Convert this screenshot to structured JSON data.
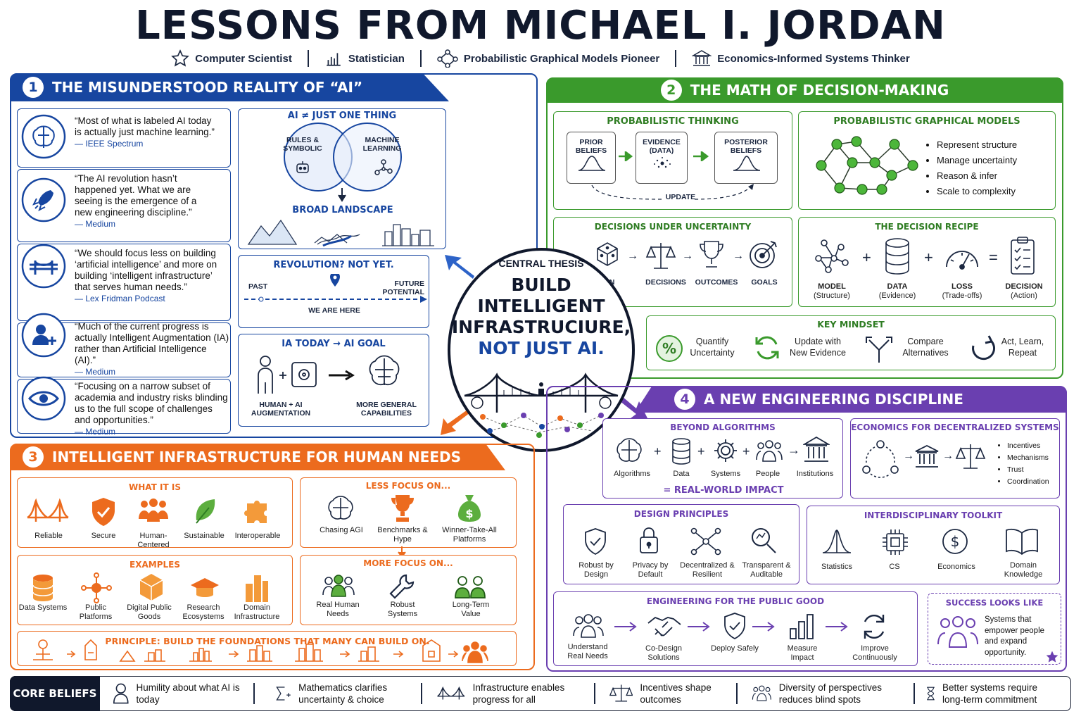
{
  "title": "LESSONS FROM MICHAEL I. JORDAN",
  "roles": [
    "Computer Scientist",
    "Statistician",
    "Probabilistic Graphical Models Pioneer",
    "Economics-Informed Systems Thinker"
  ],
  "s1": {
    "num": "1",
    "title": "THE MISUNDERSTOOD REALITY OF “AI”",
    "quotes": [
      {
        "text": "“Most of what is labeled AI today is actually just machine learning.”",
        "src": "— IEEE Spectrum"
      },
      {
        "text": "“The AI revolution hasn’t happened yet. What we are seeing is the emergence of a new engineering discipline.”",
        "src": "— Medium"
      },
      {
        "text": "“We should focus less on building ‘artificial intelligence’ and more on building ‘intelligent infrastructure’ that serves human needs.”",
        "src": "— Lex Fridman Podcast"
      },
      {
        "text": "“Much of the current progress is actually Intelligent Augmentation (IA) rather than Artificial Intelligence (AI).”",
        "src": "— Medium"
      },
      {
        "text": "“Focusing on a narrow subset of academia and industry risks blinding us to the full scope of challenges and opportunities.”",
        "src": "— Medium"
      }
    ],
    "venn": {
      "title": "AI ≠ JUST ONE THING",
      "left": "RULES & SYMBOLIC",
      "right": "MACHINE LEARNING",
      "bottom": "BROAD LANDSCAPE"
    },
    "rev": {
      "title": "REVOLUTION? NOT YET.",
      "past": "PAST",
      "future": "FUTURE POTENTIAL",
      "here": "WE ARE HERE"
    },
    "ia": {
      "title": "IA TODAY → AI GOAL",
      "left": "HUMAN + AI AUGMENTATION",
      "right": "MORE GENERAL CAPABILITIES"
    }
  },
  "center": {
    "label": "CENTRAL THESIS",
    "l1": "BUILD",
    "l2": "INTELLIGENT",
    "l3": "INFRASTRUCIURE,",
    "l4": "NOT JUST AI."
  },
  "s2": {
    "num": "2",
    "title": "THE MATH OF DECISION-MAKING",
    "pt": {
      "title": "PROBABILISTIC THINKING",
      "prior": "PRIOR BELIEFS",
      "evidence": "EVIDENCE (DATA)",
      "posterior": "POSTERIOR BELIEFS",
      "update": "UPDATE"
    },
    "pgm": {
      "title": "PROBABILISTIC GRAPHICAL MODELS",
      "items": [
        "Represent structure",
        "Manage uncertainty",
        "Reason & infer",
        "Scale to complexity"
      ]
    },
    "du": {
      "title": "DECISIONS UNDER UNCERTAINTY",
      "items": [
        "ERTAIN RLD",
        "DECISIONS",
        "OUTCOMES",
        "GOALS"
      ]
    },
    "recipe": {
      "title": "THE DECISION RECIPE",
      "items": [
        {
          "a": "MODEL",
          "b": "(Structure)"
        },
        {
          "a": "DATA",
          "b": "(Evidence)"
        },
        {
          "a": "LOSS",
          "b": "(Trade-offs)"
        },
        {
          "a": "DECISION",
          "b": "(Action)"
        }
      ],
      "plus": "+",
      "eq": "="
    },
    "km": {
      "title": "KEY MINDSET",
      "items": [
        "Quantify Uncertainty",
        "Update with New Evidence",
        "Compare Alternatives",
        "Act, Learn, Repeat"
      ]
    }
  },
  "s3": {
    "num": "3",
    "title": "INTELLIGENT INFRASTRUCTURE FOR HUMAN NEEDS",
    "what": {
      "title": "WHAT IT IS",
      "items": [
        "Reliable",
        "Secure",
        "Human-Centered",
        "Sustainable",
        "Interoperable"
      ]
    },
    "less": {
      "title": "LESS FOCUS ON...",
      "items": [
        "Chasing AGI",
        "Benchmarks & Hype",
        "Winner-Take-All Platforms"
      ]
    },
    "ex": {
      "title": "EXAMPLES",
      "items": [
        "Data Systems",
        "Public Platforms",
        "Digital Public Goods",
        "Research Ecosystems",
        "Domain Infrastructure"
      ]
    },
    "more": {
      "title": "MORE FOCUS ON...",
      "items": [
        "Real Human Needs",
        "Robust Systems",
        "Long-Term Value"
      ]
    },
    "principle": "PRINCIPLE:  BUILD THE FOUNDATIONS THAT MANY CAN BUILD ON."
  },
  "s4": {
    "num": "4",
    "title": "A NEW ENGINEERING DISCIPLINE",
    "beyond": {
      "title": "BEYOND ALGORITHMS",
      "items": [
        "Algorithms",
        "Data",
        "Systems",
        "People",
        "Institutions"
      ],
      "result": "= REAL-WORLD IMPACT"
    },
    "econ": {
      "title": "ECONOMICS FOR DECENTRALIZED SYSTEMS",
      "items": [
        "Incentives",
        "Mechanisms",
        "Trust",
        "Coordination"
      ]
    },
    "design": {
      "title": "DESIGN PRINCIPLES",
      "items": [
        "Robust by Design",
        "Privacy by Default",
        "Decentralized & Resilient",
        "Transparent & Auditable"
      ]
    },
    "tool": {
      "title": "INTERDISCIPLINARY TOOLKIT",
      "items": [
        "Statistics",
        "CS",
        "Economics",
        "Domain Knowledge"
      ]
    },
    "public": {
      "title": "ENGINEERING FOR THE PUBLIC GOOD",
      "items": [
        "Understand Real Needs",
        "Co-Design Solutions",
        "Deploy Safely",
        "Measure Impact",
        "Improve Continuously"
      ]
    },
    "success": {
      "title": "SUCCESS LOOKS LIKE",
      "text": "Systems that empower people and expand opportunity."
    }
  },
  "core": {
    "label": "CORE BELIEFS",
    "items": [
      "Humility about what AI is today",
      "Mathematics clarifies uncertainty & choice",
      "Infrastructure enables progress for all",
      "Incentives shape outcomes",
      "Diversity of perspectives reduces blind spots",
      "Better systems require long-term commitment"
    ]
  },
  "colors": {
    "blue": "#1746a0",
    "green": "#3a9a2c",
    "orange": "#ec6b1e",
    "purple": "#6a3fb0",
    "navy": "#10182c"
  }
}
